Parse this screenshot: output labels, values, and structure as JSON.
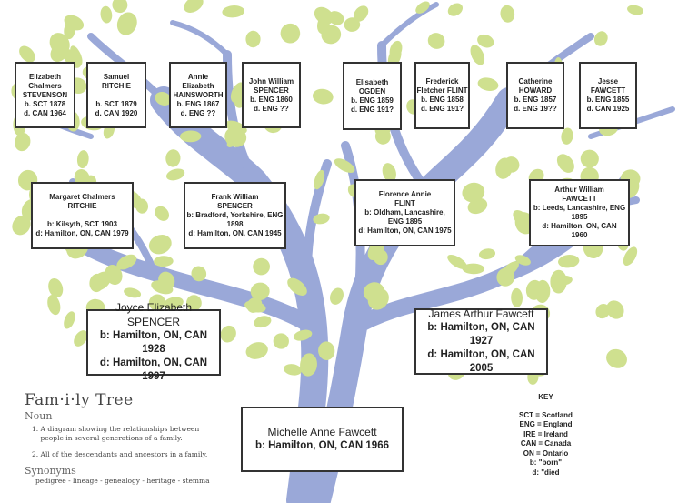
{
  "colors": {
    "branch": "#9aa8d8",
    "leaf": "#cfe08f",
    "border": "#333333"
  },
  "grandparents": [
    {
      "name": "Elizabeth\nChalmers\nSTEVENSON",
      "dates": "b. SCT 1878\nd. CAN 1964"
    },
    {
      "name": "Samuel\nRITCHIE",
      "dates": "\nb. SCT 1879\nd. CAN 1920"
    },
    {
      "name": "Annie\nElizabeth\nHAINSWORTH",
      "dates": "b. ENG 1867\nd. ENG  ??"
    },
    {
      "name": "John William\nSPENCER",
      "dates": "b. ENG 1860\nd. ENG  ??"
    },
    {
      "name": "Elisabeth\nOGDEN",
      "dates": "b. ENG 1859\nd. ENG 191?"
    },
    {
      "name": "Frederick\nFletcher FLINT",
      "dates": "b. ENG 1858\nd. ENG 191?"
    },
    {
      "name": "Catherine\nHOWARD",
      "dates": "b. ENG 1857\nd. ENG 19??"
    },
    {
      "name": "Jesse\nFAWCETT",
      "dates": "b. ENG 1855\nd. CAN 1925"
    }
  ],
  "parents_gen": [
    {
      "name": "Margaret Chalmers\nRITCHIE",
      "dates": "\nb: Kilsyth, SCT 1903\nd: Hamilton, ON, CAN 1979"
    },
    {
      "name": "Frank William\nSPENCER",
      "dates": "b: Bradford, Yorkshire, ENG\n1898\nd: Hamilton, ON, CAN 1945"
    },
    {
      "name": "Florence Annie\nFLINT",
      "dates": "b: Oldham, Lancashire,\nENG 1895\nd: Hamilton, ON, CAN 1975"
    },
    {
      "name": "Arthur William\nFAWCETT",
      "dates": "b: Leeds, Lancashire, ENG\n1895\nd: Hamilton, ON, CAN\n1960"
    }
  ],
  "parents": [
    {
      "name": "Joyce Elizabeth SPENCER",
      "dates": "b: Hamilton, ON, CAN 1928\nd: Hamilton, ON, CAN 1997"
    },
    {
      "name": "James Arthur Fawcett",
      "dates": "b: Hamilton, ON, CAN 1927\nd: Hamilton, ON, CAN 2005"
    }
  ],
  "subject": {
    "name": "Michelle Anne Fawcett",
    "dates": "b: Hamilton, ON, CAN 1966"
  },
  "definition": {
    "title": "Fam·i·ly Tree",
    "pos": "Noun",
    "item1": "1. A diagram showing the relationships between\n    people in several generations of a family.",
    "item2": "2. All of the descendants and ancestors in a family.",
    "syn_heading": "Synonyms",
    "synonyms": "pedigree - lineage - genealogy - heritage - stemma"
  },
  "key": {
    "title": "KEY",
    "entries": [
      "SCT = Scotland",
      "ENG = England",
      "IRE = Ireland",
      "CAN = Canada",
      "ON = Ontario",
      "b:   \"born\"",
      "d:    \"died"
    ]
  }
}
